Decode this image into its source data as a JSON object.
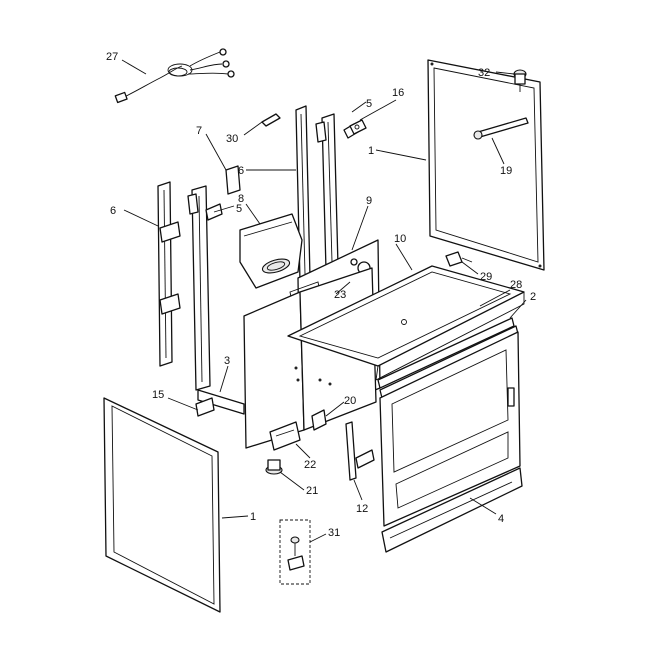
{
  "callouts": [
    {
      "id": "c27a",
      "text": "27"
    },
    {
      "id": "c7",
      "text": "7"
    },
    {
      "id": "c30",
      "text": "30"
    },
    {
      "id": "c5a",
      "text": "5"
    },
    {
      "id": "c16",
      "text": "16"
    },
    {
      "id": "c32",
      "text": "32"
    },
    {
      "id": "c6a",
      "text": "6"
    },
    {
      "id": "c1a",
      "text": "1"
    },
    {
      "id": "c19",
      "text": "19"
    },
    {
      "id": "c8",
      "text": "8"
    },
    {
      "id": "c5b",
      "text": "5"
    },
    {
      "id": "c6b",
      "text": "6"
    },
    {
      "id": "c9",
      "text": "9"
    },
    {
      "id": "c10",
      "text": "10"
    },
    {
      "id": "c29",
      "text": "29"
    },
    {
      "id": "c23",
      "text": "23"
    },
    {
      "id": "c28",
      "text": "28"
    },
    {
      "id": "c2",
      "text": "2"
    },
    {
      "id": "c3",
      "text": "3"
    },
    {
      "id": "c15",
      "text": "15"
    },
    {
      "id": "c20",
      "text": "20"
    },
    {
      "id": "c22",
      "text": "22"
    },
    {
      "id": "c21",
      "text": "21"
    },
    {
      "id": "c1b",
      "text": "1"
    },
    {
      "id": "c12",
      "text": "12"
    },
    {
      "id": "c4",
      "text": "4"
    },
    {
      "id": "c31",
      "text": "31"
    }
  ]
}
